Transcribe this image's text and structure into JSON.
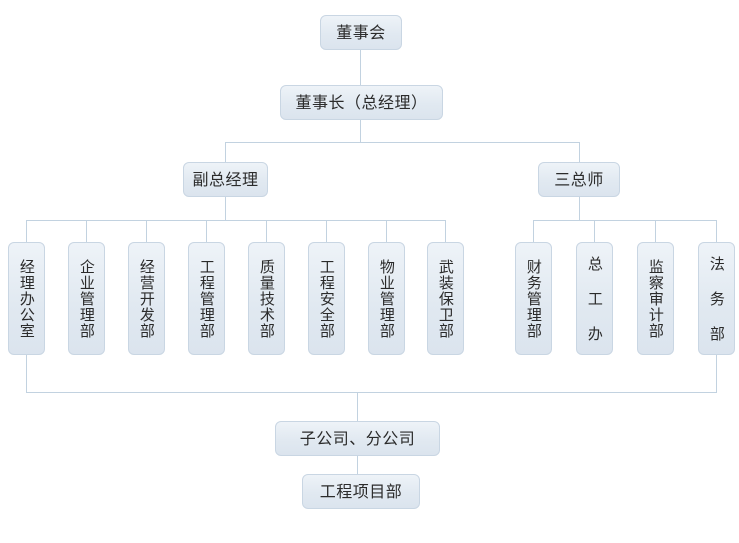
{
  "diagram": {
    "title": "organization-chart",
    "colors": {
      "box_fill_top": "#eef3f8",
      "box_fill_bottom": "#dbe4ee",
      "box_border": "#c9d6e3",
      "connector": "#c2d2e0",
      "text": "#2b2b2b",
      "background": "#ffffff"
    },
    "levels": {
      "level1": {
        "label": "董事会"
      },
      "level2": {
        "label": "董事长（总经理）"
      },
      "level3": [
        {
          "label": "副总经理"
        },
        {
          "label": "三总师"
        }
      ],
      "level4_left": [
        {
          "label": "经理办公室"
        },
        {
          "label": "企业管理部"
        },
        {
          "label": "经营开发部"
        },
        {
          "label": "工程管理部"
        },
        {
          "label": "质量技术部"
        },
        {
          "label": "工程安全部"
        },
        {
          "label": "物业管理部"
        },
        {
          "label": "武装保卫部"
        }
      ],
      "level4_right": [
        {
          "label": "财务管理部"
        },
        {
          "label": "总 工 办"
        },
        {
          "label": "监察审计部"
        },
        {
          "label": "法 务 部"
        }
      ],
      "level5": {
        "label": "子公司、分公司"
      },
      "level6": {
        "label": "工程项目部"
      }
    }
  }
}
